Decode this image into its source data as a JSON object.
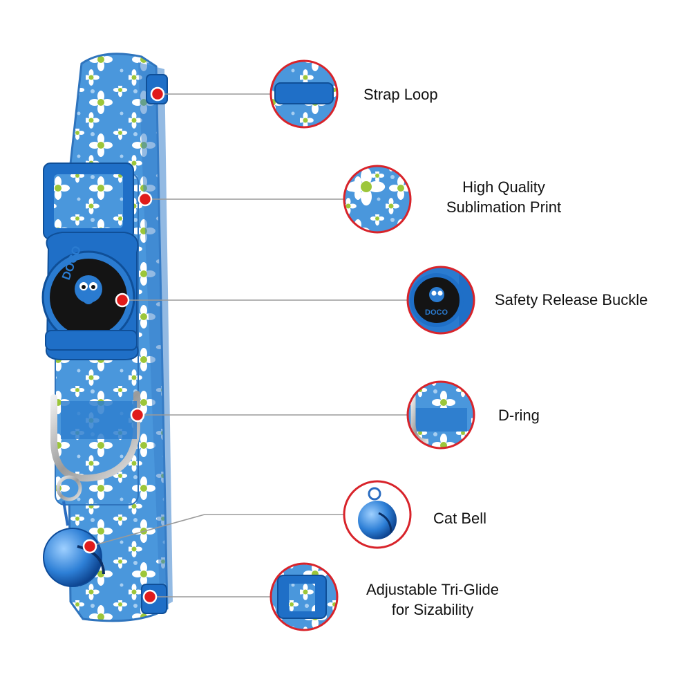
{
  "brand": {
    "logo_text": "DOCO"
  },
  "colors": {
    "strap": "#3f8fd8",
    "plastic": "#1f6fc7",
    "marker_red": "#e01b1b",
    "leader_line": "#9a9a9a",
    "circle_border": "#d8232a"
  },
  "callouts": [
    {
      "id": "strap-loop",
      "lines": [
        "Strap Loop"
      ],
      "icon": "strap-loop-closeup"
    },
    {
      "id": "sublimation-print",
      "lines": [
        "High Quality",
        "Sublimation Print"
      ],
      "icon": "daisy-print-closeup"
    },
    {
      "id": "release-buckle",
      "lines": [
        "Safety Release Buckle"
      ],
      "icon": "buckle-closeup"
    },
    {
      "id": "d-ring",
      "lines": [
        "D-ring"
      ],
      "icon": "d-ring-closeup"
    },
    {
      "id": "cat-bell",
      "lines": [
        "Cat Bell"
      ],
      "icon": "bell-closeup"
    },
    {
      "id": "tri-glide",
      "lines": [
        "Adjustable Tri-Glide",
        "for Sizability"
      ],
      "icon": "tri-glide-closeup"
    }
  ]
}
